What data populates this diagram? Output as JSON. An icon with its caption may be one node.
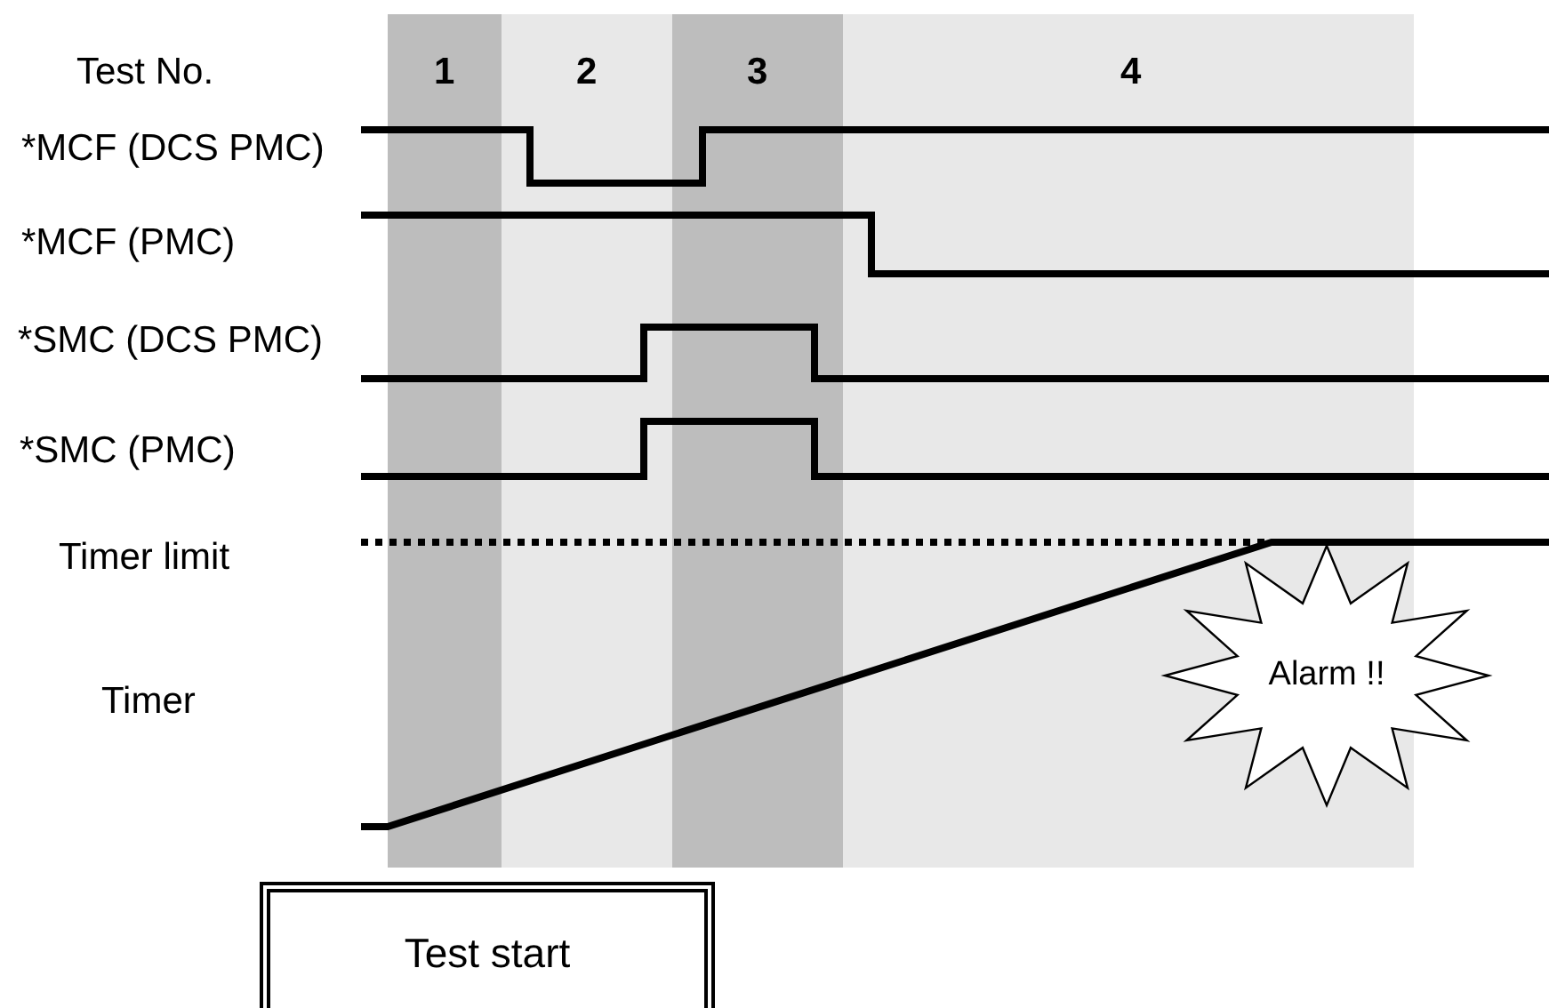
{
  "diagram": {
    "nodes": [
      {
        "text": [
          "Alarm !!"
        ]
      },
      {
        "text": [
          "Test start"
        ]
      }
    ],
    "labels": [
      "Test No.",
      "1",
      "2",
      "3",
      "4",
      "*MCF (DCS PMC)",
      "*MCF (PMC)",
      "*SMC (DCS PMC)",
      "*SMC (PMC)",
      "Timer limit",
      "Timer"
    ]
  }
}
